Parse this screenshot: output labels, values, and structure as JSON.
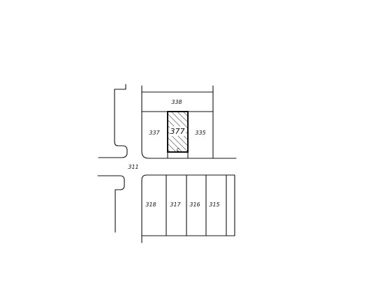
{
  "map": {
    "road": {
      "label": "311"
    },
    "parcels": {
      "p338": "338",
      "p337": "337",
      "p377": "377",
      "p335": "335",
      "p318": "318",
      "p317": "317",
      "p316": "316",
      "p315": "315"
    },
    "marker": "c",
    "highlighted_parcel": "377"
  }
}
